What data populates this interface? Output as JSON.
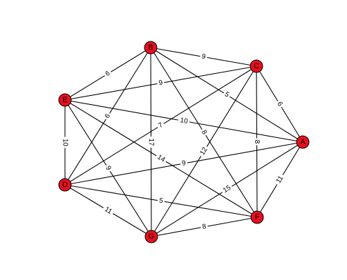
{
  "graph": {
    "node_color": "#e8101e",
    "nodes": [
      "A",
      "B",
      "C",
      "D",
      "E",
      "F",
      "G"
    ],
    "edges": [
      {
        "from": "B",
        "to": "C",
        "weight": "9"
      },
      {
        "from": "B",
        "to": "E",
        "weight": "6"
      },
      {
        "from": "B",
        "to": "A",
        "weight": "5"
      },
      {
        "from": "B",
        "to": "D",
        "weight": "6"
      },
      {
        "from": "B",
        "to": "G",
        "weight": "17"
      },
      {
        "from": "B",
        "to": "F",
        "weight": "8"
      },
      {
        "from": "C",
        "to": "E",
        "weight": "9"
      },
      {
        "from": "C",
        "to": "A",
        "weight": "6"
      },
      {
        "from": "C",
        "to": "D",
        "weight": "7"
      },
      {
        "from": "C",
        "to": "F",
        "weight": "8"
      },
      {
        "from": "C",
        "to": "G",
        "weight": "12"
      },
      {
        "from": "E",
        "to": "A",
        "weight": "10"
      },
      {
        "from": "E",
        "to": "D",
        "weight": "10"
      },
      {
        "from": "E",
        "to": "G",
        "weight": "9"
      },
      {
        "from": "E",
        "to": "F",
        "weight": "14"
      },
      {
        "from": "D",
        "to": "A",
        "weight": "9"
      },
      {
        "from": "D",
        "to": "F",
        "weight": "5"
      },
      {
        "from": "D",
        "to": "G",
        "weight": "11"
      },
      {
        "from": "A",
        "to": "F",
        "weight": "11"
      },
      {
        "from": "A",
        "to": "G",
        "weight": "15"
      },
      {
        "from": "G",
        "to": "F",
        "weight": "8"
      }
    ]
  }
}
